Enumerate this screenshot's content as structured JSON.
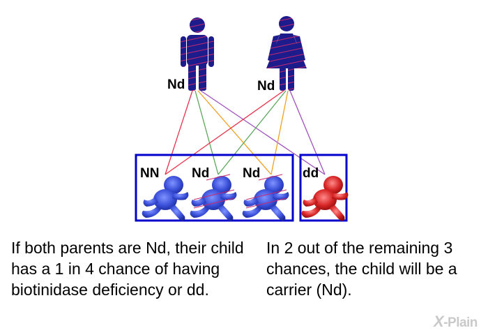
{
  "parents": {
    "father_genotype": "Nd",
    "mother_genotype": "Nd"
  },
  "children": [
    {
      "genotype": "NN"
    },
    {
      "genotype": "Nd"
    },
    {
      "genotype": "Nd"
    },
    {
      "genotype": "dd"
    }
  ],
  "captions": {
    "left": "If both parents are Nd, their child has a 1 in 4 chance of having biotinidase deficiency or dd.",
    "right": "In 2 out of the remaining 3 chances, the child will be a carrier (Nd)."
  },
  "logo": {
    "mark": "X",
    "text": "-Plain"
  },
  "colors": {
    "parent_fill": "#1c1c8c",
    "parent_stripe": "#c8286e",
    "box_border": "#0000cc",
    "child_blue": "#3a4fd8",
    "child_red": "#cc1a1a",
    "line_red": "#e8314a",
    "line_green": "#5aa55a",
    "line_orange": "#f0a020",
    "line_purple": "#a050c0"
  }
}
